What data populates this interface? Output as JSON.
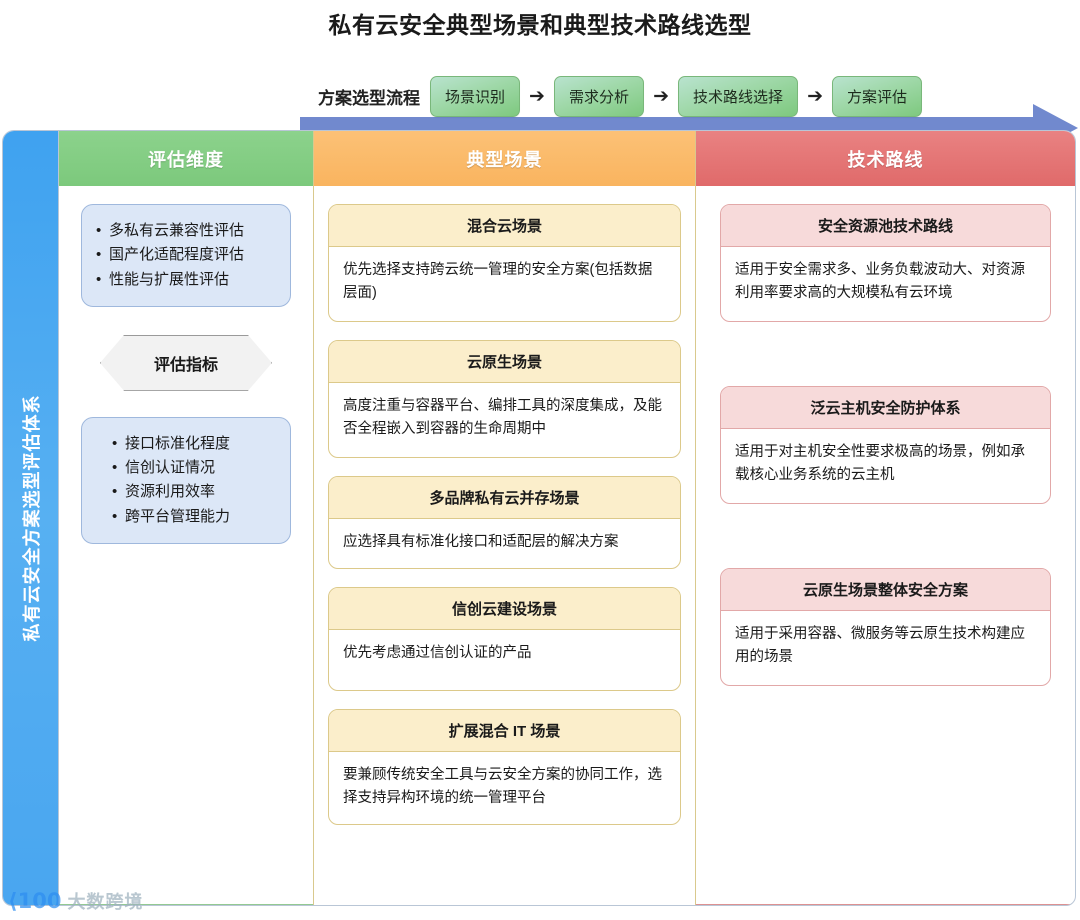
{
  "title": "私有云安全典型场景和典型技术路线选型",
  "flow": {
    "label": "方案选型流程",
    "steps": [
      "场景识别",
      "需求分析",
      "技术路线选择",
      "方案评估"
    ],
    "arrow_glyph": "➔"
  },
  "sidebar": {
    "label": "私有云安全方案选型评估体系"
  },
  "columns": {
    "dimension": {
      "header": "评估维度",
      "header_color": "#7cc97c",
      "top_bullets": [
        "多私有云兼容性评估",
        "国产化适配程度评估",
        "性能与扩展性评估"
      ],
      "hexagon": "评估指标",
      "bottom_bullets": [
        "接口标准化程度",
        "信创认证情况",
        "资源利用效率",
        "跨平台管理能力"
      ]
    },
    "scenario": {
      "header": "典型场景",
      "header_color": "#f9b45f",
      "cards": [
        {
          "title": "混合云场景",
          "body": "优先选择支持跨云统一管理的安全方案(包括数据层面)"
        },
        {
          "title": "云原生场景",
          "body": "高度注重与容器平台、编排工具的深度集成，及能否全程嵌入到容器的生命周期中"
        },
        {
          "title": "多品牌私有云并存场景",
          "body": "应选择具有标准化接口和适配层的解决方案"
        },
        {
          "title": "信创云建设场景",
          "body": "优先考虑通过信创认证的产品"
        },
        {
          "title": "扩展混合 IT 场景",
          "body": "要兼顾传统安全工具与云安全方案的协同工作，选择支持异构环境的统一管理平台"
        }
      ]
    },
    "technology": {
      "header": "技术路线",
      "header_color": "#e06a6a",
      "cards": [
        {
          "title": "安全资源池技术路线",
          "body": "适用于安全需求多、业务负载波动大、对资源利用率要求高的大规模私有云环境"
        },
        {
          "title": "泛云主机安全防护体系",
          "body": "适用于对主机安全性要求极高的场景，例如承载核心业务系统的云主机"
        },
        {
          "title": "云原生场景整体安全方案",
          "body": "适用于采用容器、微服务等云原生技术构建应用的场景"
        }
      ]
    }
  },
  "watermark": {
    "logo": "⟨100",
    "text": "大数跨境"
  }
}
